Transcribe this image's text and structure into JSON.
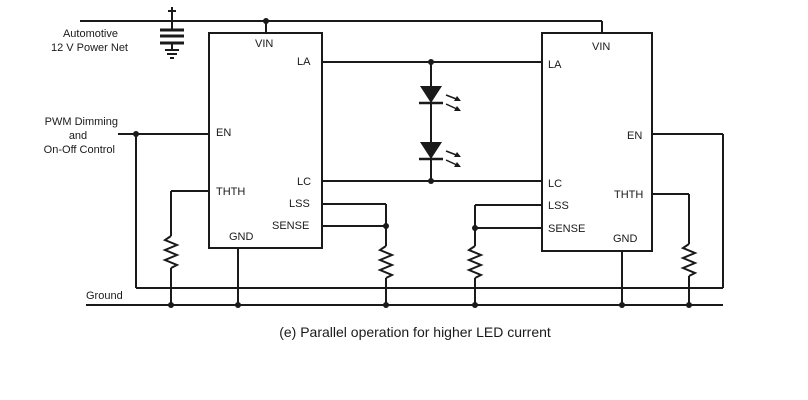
{
  "diagram": {
    "power_label_line1": "Automotive",
    "power_label_line2": "12 V Power Net",
    "pwm_label_line1": "PWM Dimming",
    "pwm_label_line2": "and",
    "pwm_label_line3": "On-Off Control",
    "ground_label": "Ground",
    "caption": "(e) Parallel operation for higher LED current",
    "left_ic": {
      "pins": {
        "vin": "VIN",
        "la": "LA",
        "en": "EN",
        "thth": "THTH",
        "lc": "LC",
        "lss": "LSS",
        "sense": "SENSE",
        "gnd": "GND"
      }
    },
    "right_ic": {
      "pins": {
        "vin": "VIN",
        "la": "LA",
        "en": "EN",
        "thth": "THTH",
        "lc": "LC",
        "lss": "LSS",
        "sense": "SENSE",
        "gnd": "GND"
      }
    }
  }
}
